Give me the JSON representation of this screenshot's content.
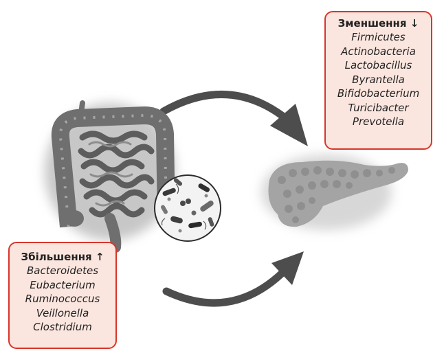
{
  "decrease": {
    "title": "Зменшення",
    "arrow": "↓",
    "items": [
      "Firmicutes",
      "Actinobacteria",
      "Lactobacillus",
      "Byrantella",
      "Bifidobacterium",
      "Turicibacter",
      "Prevotella"
    ]
  },
  "increase": {
    "title": "Збільшення",
    "arrow": "↑",
    "items": [
      "Bacteroidetes",
      "Eubacterium",
      "Ruminococcus",
      "Veillonella",
      "Clostridium"
    ]
  },
  "colors": {
    "box_border": "#d8352a",
    "box_fill": "#fbe6df",
    "organ": "#8a8a8a",
    "arrow": "#4d4d4d"
  },
  "icons": [
    "intestine-illustration",
    "microbiota-circle",
    "pancreas-illustration",
    "curved-arrow-top",
    "curved-arrow-bottom"
  ]
}
